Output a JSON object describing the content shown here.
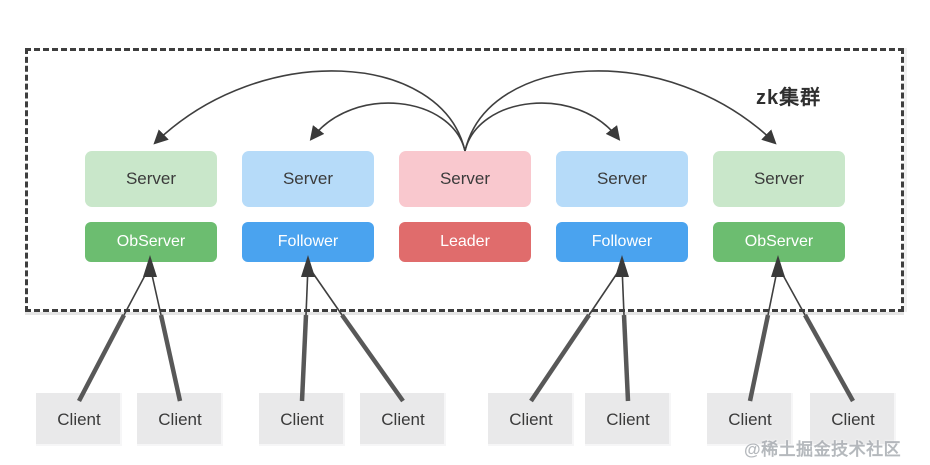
{
  "cluster": {
    "label": "zk集群",
    "servers": [
      {
        "label": "Server",
        "tone": "light-green"
      },
      {
        "label": "Server",
        "tone": "light-blue"
      },
      {
        "label": "Server",
        "tone": "light-pink"
      },
      {
        "label": "Server",
        "tone": "light-blue"
      },
      {
        "label": "Server",
        "tone": "light-green"
      }
    ],
    "roles": [
      {
        "label": "ObServer",
        "tone": "green"
      },
      {
        "label": "Follower",
        "tone": "blue"
      },
      {
        "label": "Leader",
        "tone": "red"
      },
      {
        "label": "Follower",
        "tone": "blue"
      },
      {
        "label": "ObServer",
        "tone": "green"
      }
    ]
  },
  "clients": [
    {
      "label": "Client"
    },
    {
      "label": "Client"
    },
    {
      "label": "Client"
    },
    {
      "label": "Client"
    },
    {
      "label": "Client"
    },
    {
      "label": "Client"
    },
    {
      "label": "Client"
    },
    {
      "label": "Client"
    }
  ],
  "watermark": "@稀土掘金技术社区",
  "colors": {
    "server_light_green": "#c9e7ca",
    "server_light_blue": "#b6dbf9",
    "server_light_pink": "#f9c8ce",
    "observer_green": "#6cbd70",
    "follower_blue": "#4aa3ef",
    "leader_red": "#e06c6c",
    "client_gray": "#e9e9ea",
    "line_color": "#3f3f3f",
    "border_color": "#3e3e3e"
  }
}
